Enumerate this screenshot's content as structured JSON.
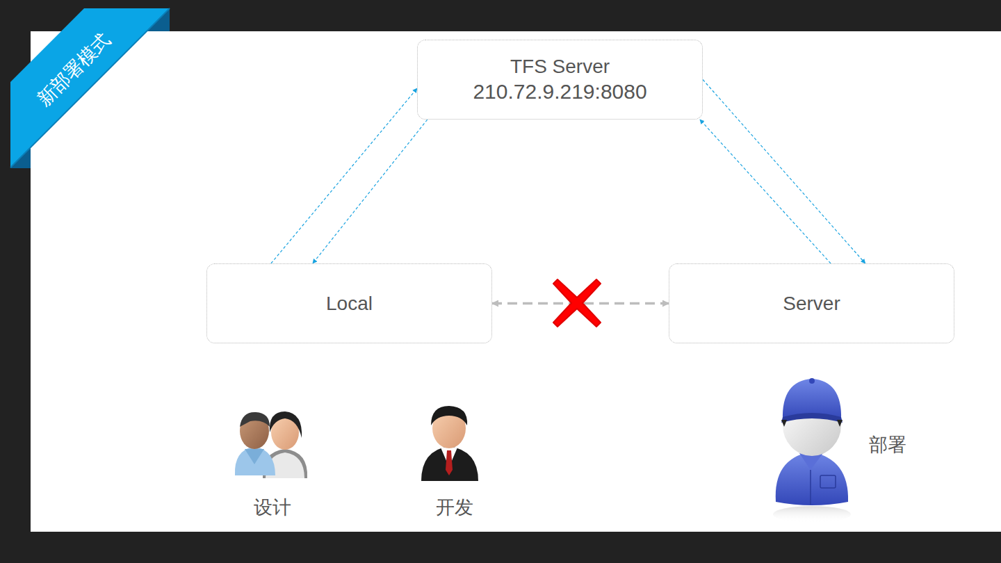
{
  "diagram": {
    "title": "新部署模式",
    "nodes": [
      {
        "text": [
          "TFS Server",
          "210.72.9.219:8080"
        ]
      },
      {
        "text": [
          "Local"
        ]
      },
      {
        "text": [
          "Server"
        ]
      }
    ],
    "edges": [
      {
        "from": 1,
        "to": 0,
        "arrow": "to"
      },
      {
        "from": 0,
        "to": 1,
        "arrow": "to"
      },
      {
        "from": 0,
        "to": 2,
        "arrow": "to"
      },
      {
        "from": 2,
        "to": 0,
        "arrow": "to"
      },
      {
        "from": 1,
        "to": 2,
        "arrow": "both"
      }
    ],
    "labels": [
      "设计",
      "开发",
      "部署"
    ]
  }
}
